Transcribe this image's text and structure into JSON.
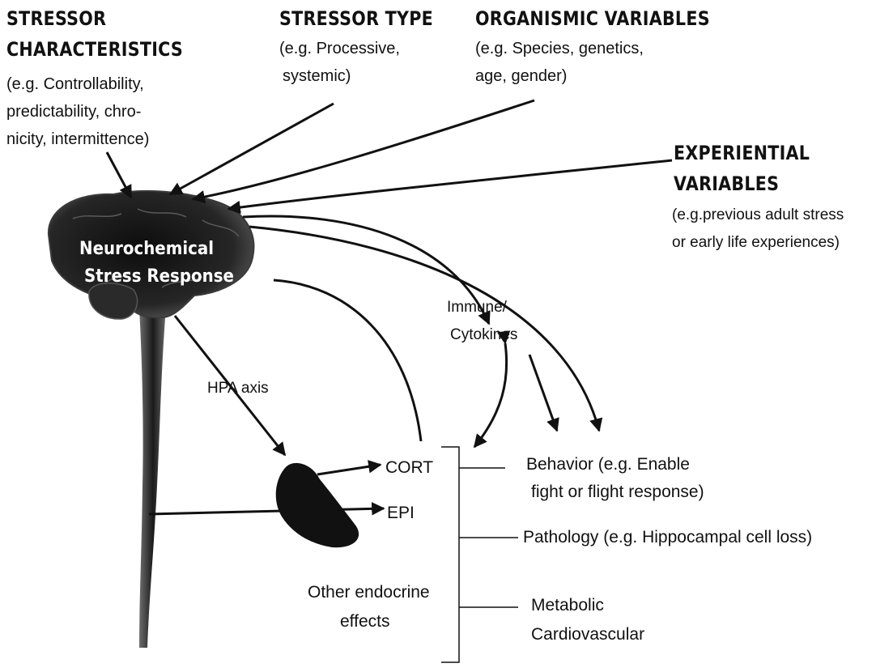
{
  "stressor_characteristics": {
    "title_line1": "STRESSOR",
    "title_line2": "CHARACTERISTICS",
    "examples": [
      "(e.g. Controllability,",
      "predictability, chro-",
      "nicity, intermittence)"
    ]
  },
  "stressor_type": {
    "title": "STRESSOR TYPE",
    "examples": [
      "(e.g. Processive,",
      "systemic)"
    ]
  },
  "organismic_variables": {
    "title": "ORGANISMIC VARIABLES",
    "examples": [
      "(e.g. Species, genetics,",
      "age, gender)"
    ]
  },
  "experiential_variables": {
    "title_line1": "EXPERIENTIAL",
    "title_line2": "VARIABLES",
    "examples": [
      "(e.g.previous adult stress",
      "or early life experiences)"
    ]
  },
  "brain_label": {
    "line1": "Neurochemical",
    "line2": "Stress Response"
  },
  "hpa_label": "HPA axis",
  "immune_label": {
    "line1": "Immune/",
    "line2": "Cytokines"
  },
  "cort_label": "CORT",
  "epi_label": "EPI",
  "other_endocrine": {
    "line1": "Other endocrine",
    "line2": "effects"
  },
  "outcomes": {
    "behavior": {
      "line1": "Behavior (e.g. Enable",
      "line2": "fight or flight response)"
    },
    "pathology": "Pathology (e.g. Hippocampal cell loss)",
    "metabolic": {
      "line1": "Metabolic",
      "line2": "Cardiovascular"
    }
  },
  "colors": {
    "ink": "#111111",
    "brain": "#1a1a1a",
    "background": "#ffffff"
  }
}
